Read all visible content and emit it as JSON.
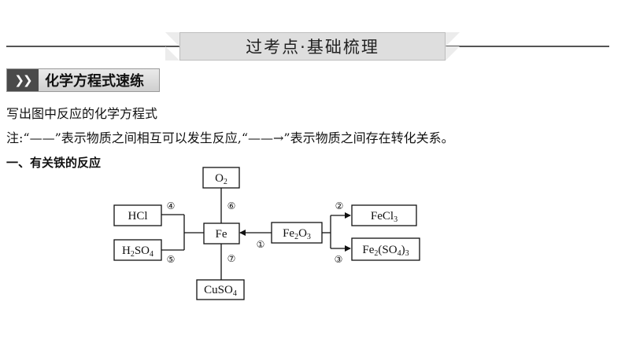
{
  "header": {
    "title": "过考点·基础梳理"
  },
  "section": {
    "icon": "double-chevron-icon",
    "title": "化学方程式速练"
  },
  "text": {
    "instruction": "写出图中反应的化学方程式",
    "note": "注:“——”表示物质之间相互可以发生反应,“——→”表示物质之间存在转化关系。",
    "heading": "一、有关铁的反应"
  },
  "diagram": {
    "nodes": {
      "o2": {
        "main": "O",
        "sub": "2",
        "tail": ""
      },
      "fe": {
        "main": "Fe",
        "sub": "",
        "tail": ""
      },
      "hcl": {
        "main": "HCl",
        "sub": "",
        "tail": ""
      },
      "h2so4": {
        "pre": "H",
        "sub1": "2",
        "mid": "SO",
        "sub2": "4"
      },
      "cuso4": {
        "main": "CuSO",
        "sub": "4",
        "tail": ""
      },
      "fe2o3": {
        "pre": "Fe",
        "sub1": "2",
        "mid": "O",
        "sub2": "3"
      },
      "fecl3": {
        "main": "FeCl",
        "sub": "3",
        "tail": ""
      },
      "fe2so43": {
        "pre": "Fe",
        "sub1": "2",
        "mid": "(SO",
        "sub2": "4",
        "end": ")",
        "sub3": "3"
      }
    },
    "labels": {
      "r1": "①",
      "r2": "②",
      "r3": "③",
      "r4": "④",
      "r5": "⑤",
      "r6": "⑥",
      "r7": "⑦"
    }
  }
}
